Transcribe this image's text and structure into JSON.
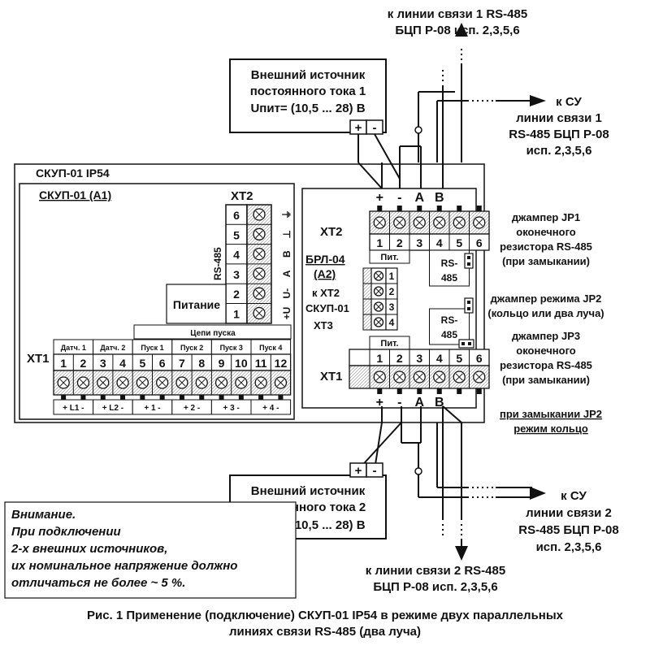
{
  "top_right_link": {
    "line1": "к линии связи 1 RS-485",
    "line2": "БЦП Р-08 исп. 2,3,5,6"
  },
  "su_link_1": {
    "line1": "к СУ",
    "line2": "линии связи 1",
    "line3": "RS-485 БЦП Р-08",
    "line4": "исп. 2,3,5,6"
  },
  "su_link_2": {
    "line1": "к СУ",
    "line2": "линии связи 2",
    "line3": "RS-485 БЦП Р-08",
    "line4": "исп. 2,3,5,6"
  },
  "bottom_link": {
    "line1": "к линии связи 2 RS-485",
    "line2": "БЦП Р-08 исп. 2,3,5,6"
  },
  "psu1": {
    "line1": "Внешний источник",
    "line2": "постоянного тока 1",
    "line3": "Uпит= (10,5 ... 28) В",
    "plus": "+",
    "minus": "-"
  },
  "psu2": {
    "line1": "Внешний источник",
    "line2": "постоянного тока 2",
    "line3": "Uпит= (10,5 ... 28) В",
    "plus": "+",
    "minus": "-"
  },
  "outer_box_title": "СКУП-01 IP54",
  "inner_box_title": "СКУП-01  (А1)",
  "xt2_left": {
    "title": "ХТ2",
    "numbers": [
      "6",
      "5",
      "4",
      "3",
      "2",
      "1"
    ],
    "signals": [
      "⏚",
      "⊥",
      "B",
      "A",
      "U-",
      "+U"
    ],
    "rs_label": "RS-485",
    "power_label": "Питание"
  },
  "xt1_left": {
    "title": "ХТ1",
    "group_header": "Цепи пуска",
    "groups": [
      "Датч. 1",
      "Датч. 2",
      "Пуск 1",
      "Пуск 2",
      "Пуск 3",
      "Пуск 4"
    ],
    "numbers": [
      "1",
      "2",
      "3",
      "4",
      "5",
      "6",
      "7",
      "8",
      "9",
      "10",
      "11",
      "12"
    ],
    "bottom_labels": [
      "+ L1 -",
      "+ L2 -",
      "+ 1 -",
      "+ 2 -",
      "+ 3 -",
      "+ 4 -"
    ]
  },
  "brl": {
    "title": "БРЛ-04",
    "subtitle": "(А2)",
    "note1": "к ХТ2",
    "note2": "СКУП-01",
    "xt3": "ХТ3",
    "xt3_numbers": [
      "1",
      "2",
      "3",
      "4"
    ]
  },
  "xt2_right": {
    "title": "ХТ2",
    "top_signs": [
      "+",
      "-",
      "A",
      "B"
    ],
    "numbers": [
      "1",
      "2",
      "3",
      "4",
      "5",
      "6"
    ],
    "pit": "Пит.",
    "rs": "RS-485"
  },
  "xt1_right": {
    "title": "ХТ1",
    "bottom_signs": [
      "+",
      "-",
      "A",
      "B"
    ],
    "numbers": [
      "1",
      "2",
      "3",
      "4",
      "5",
      "6"
    ],
    "pit": "Пит.",
    "rs": "RS-485"
  },
  "jumpers": {
    "jp1": [
      "джампер JP1",
      "оконечного",
      "резистора RS-485",
      "(при замыкании)"
    ],
    "jp2": [
      "джампер режима JP2",
      "(кольцо или два луча)"
    ],
    "jp3": [
      "джампер JP3",
      "оконечного",
      "резистора RS-485",
      "(при замыкании)"
    ],
    "jp2_note": [
      "при замыкании JP2",
      "режим кольцо"
    ]
  },
  "warning": [
    "Внимание.",
    "При подключении",
    "2-х внешних источников,",
    "их номинальное напряжение должно",
    "отличаться не более ~ 5 %."
  ],
  "caption": [
    "Рис. 1 Применение (подключение) СКУП-01 IP54 в режиме двух параллельных",
    "линиях связи RS-485 (два луча)"
  ]
}
